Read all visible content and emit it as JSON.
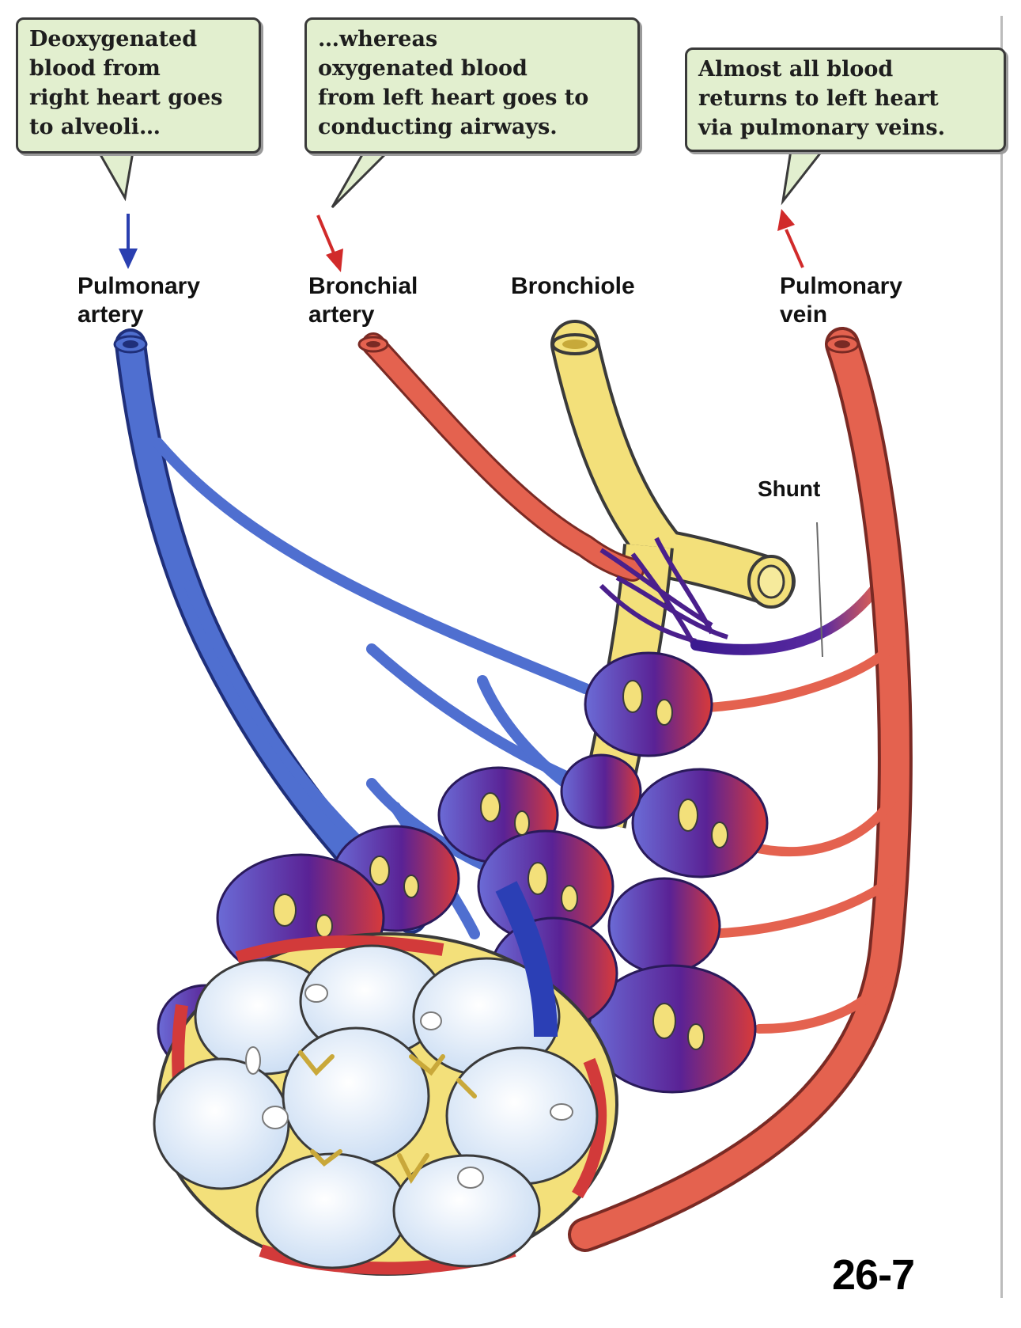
{
  "callouts": {
    "left": "Deoxygenated\nblood from\nright heart goes\nto alveoli…",
    "middle": "…whereas\noxygenated blood\nfrom left heart goes to\nconducting airways.",
    "right": "Almost all blood\nreturns to left heart\nvia pulmonary veins."
  },
  "labels": {
    "pulmonary_artery": "Pulmonary\nartery",
    "bronchial_artery": "Bronchial\nartery",
    "bronchiole": "Bronchiole",
    "pulmonary_vein": "Pulmonary\nvein",
    "shunt": "Shunt"
  },
  "figure_number": "26-7",
  "colors": {
    "deoxygenated": "#4f6fd0",
    "oxygenated": "#e4624f",
    "mixed": "#4a1f8c",
    "airway": "#f3e07a",
    "alveolus": "#dbe8f7",
    "callout_fill": "#e2efcf"
  },
  "icons": [
    "arrow-down-blue-icon",
    "arrow-down-red-icon",
    "arrow-up-red-icon"
  ]
}
